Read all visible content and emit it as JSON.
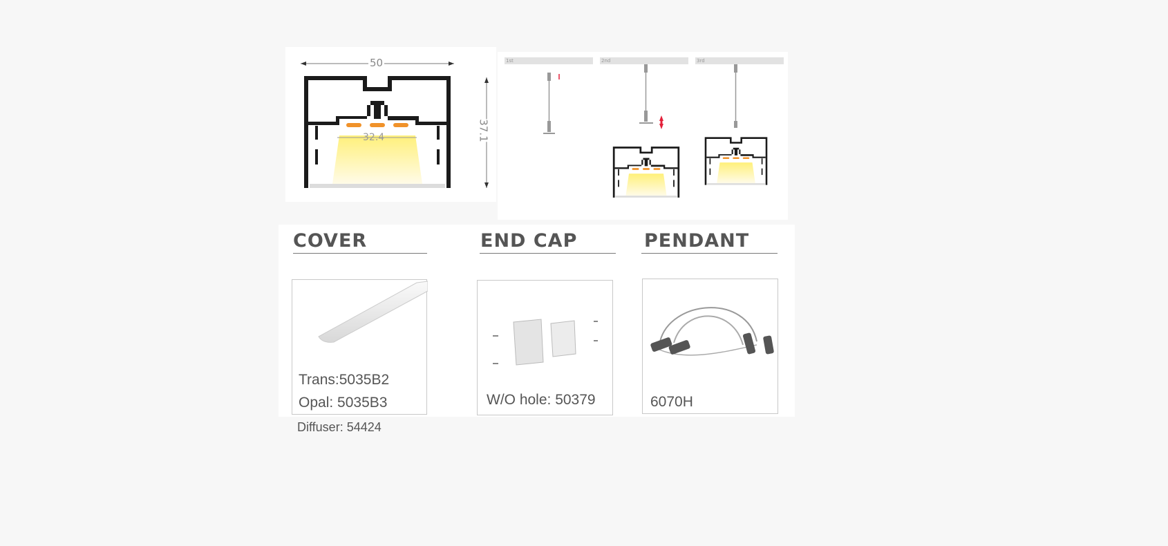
{
  "profile_drawing": {
    "width_dim": "50",
    "height_dim": "37.1",
    "inner_dim": "32.4",
    "led_color": "#f0922a",
    "light_color": "#fff3a8"
  },
  "install_steps": [
    {
      "label": "1st"
    },
    {
      "label": "2nd"
    },
    {
      "label": "3rd"
    }
  ],
  "accent_arrow_color": "#e3203a",
  "sections": {
    "cover": {
      "heading": "COVER",
      "lines": [
        "Trans:5035B2",
        "Opal: 5035B3",
        "Diffuser: 54424"
      ]
    },
    "end_cap": {
      "heading": "END CAP",
      "lines": [
        "W/O hole: 50379"
      ]
    },
    "pendant": {
      "heading": "PENDANT",
      "lines": [
        "6070H"
      ]
    }
  }
}
